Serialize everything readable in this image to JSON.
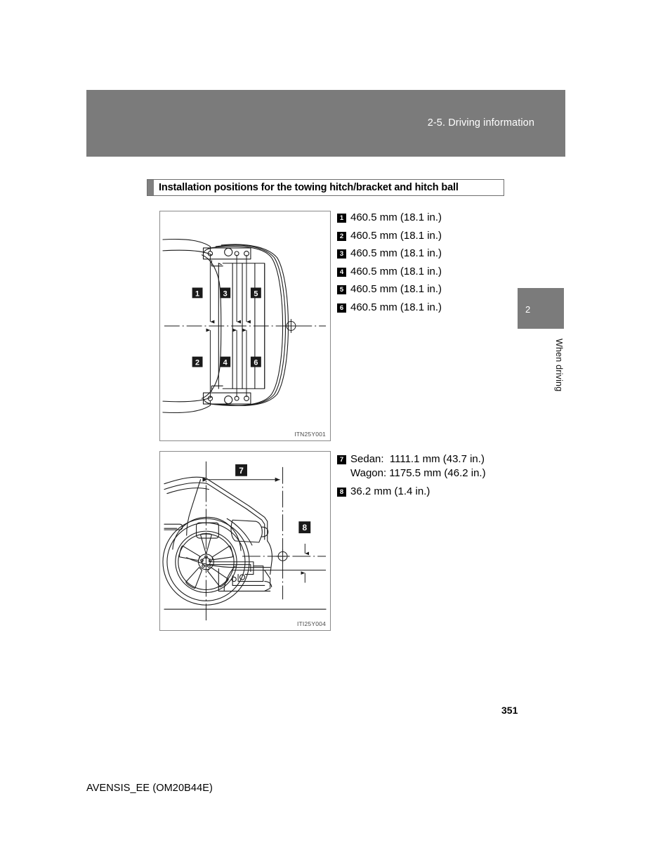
{
  "header": {
    "chapter_breadcrumb": "2-5. Driving information"
  },
  "section": {
    "title": "Installation positions for the towing hitch/bracket and hitch ball"
  },
  "figures": {
    "top": {
      "code": "ITN25Y001",
      "description": "Bottom view of vehicle rear showing towing hitch bracket mounting holes",
      "callout_labels": [
        "1",
        "2",
        "3",
        "4",
        "5",
        "6"
      ]
    },
    "bottom": {
      "code": "ITI25Y004",
      "description": "Side view of vehicle rear showing hitch ball position",
      "callout_labels": [
        "7",
        "8"
      ]
    }
  },
  "measurements_top": [
    {
      "badge": "1",
      "value": "460.5 mm (18.1 in.)"
    },
    {
      "badge": "2",
      "value": "460.5 mm (18.1 in.)"
    },
    {
      "badge": "3",
      "value": "460.5 mm (18.1 in.)"
    },
    {
      "badge": "4",
      "value": "460.5 mm (18.1 in.)"
    },
    {
      "badge": "5",
      "value": "460.5 mm (18.1 in.)"
    },
    {
      "badge": "6",
      "value": "460.5 mm (18.1 in.)"
    }
  ],
  "measurements_bottom": {
    "item7": {
      "badge": "7",
      "line1": "Sedan:  1111.1 mm (43.7 in.)",
      "line2": "Wagon: 1175.5 mm (46.2 in.)"
    },
    "item8": {
      "badge": "8",
      "value": "36.2 mm (1.4 in.)"
    }
  },
  "chapter_tab": {
    "number": "2",
    "label": "When driving"
  },
  "page_number": "351",
  "footer_id": "AVENSIS_EE (OM20B44E)",
  "colors": {
    "header_band": "#7b7b7b",
    "tab": "#7b7b7b",
    "badge": "#000000",
    "frame_border": "#8a8a8a",
    "line_art": "#1a1a1a"
  }
}
